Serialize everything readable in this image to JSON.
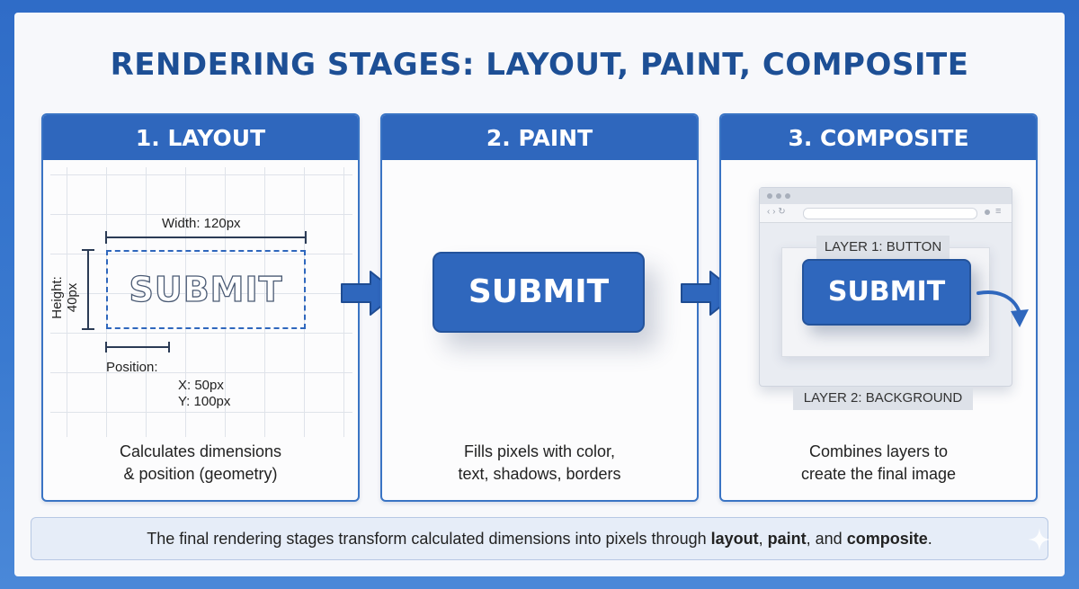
{
  "title": "RENDERING STAGES: LAYOUT, PAINT, COMPOSITE",
  "panels": [
    {
      "heading": "1. LAYOUT",
      "caption_line1": "Calculates dimensions",
      "caption_line2": "& position (geometry)"
    },
    {
      "heading": "2. PAINT",
      "caption_line1": "Fills pixels with color,",
      "caption_line2": "text, shadows, borders"
    },
    {
      "heading": "3. COMPOSITE",
      "caption_line1": "Combines layers to",
      "caption_line2": "create the final image"
    }
  ],
  "layout": {
    "width_label": "Width: 120px",
    "height_label": "Height: 40px",
    "button_text": "SUBMIT",
    "position_label": "Position:",
    "x_label": "X: 50px",
    "y_label": "Y: 100px"
  },
  "paint": {
    "button_text": "SUBMIT"
  },
  "composite": {
    "layer1_label": "LAYER 1: BUTTON",
    "layer2_label": "LAYER 2: BACKGROUND",
    "button_text": "SUBMIT"
  },
  "footer": {
    "prefix": "The final rendering stages transform calculated dimensions into pixels through ",
    "term1": "layout",
    "sep1": ", ",
    "term2": "paint",
    "sep2": ", and ",
    "term3": "composite",
    "suffix": "."
  },
  "colors": {
    "accent": "#2f67bd",
    "title": "#1d4f95",
    "background": "#3a7ad0"
  }
}
